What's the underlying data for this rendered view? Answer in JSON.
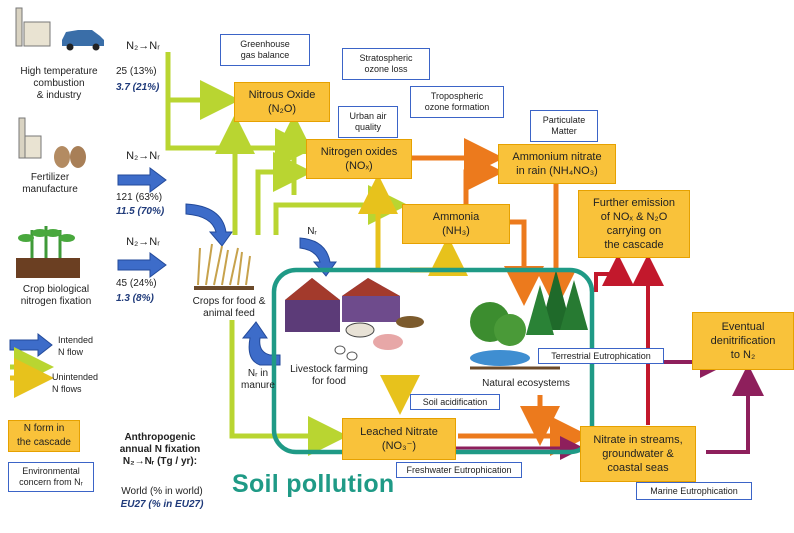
{
  "sources": {
    "combustion": "High temperature\ncombustion\n& industry",
    "fertilizer": "Fertilizer\nmanufacture",
    "bnf": "Crop biological\nnitrogen fixation"
  },
  "flows": {
    "formula": "N₂→Nᵣ",
    "combustion_world": "25 (13%)",
    "combustion_eu": "3.7  (21%)",
    "fertilizer_world": "121 (63%)",
    "fertilizer_eu": "11.5 (70%)",
    "bnf_world": "45 (24%)",
    "bnf_eu": "1.3 (8%)"
  },
  "nodes": {
    "nitrous_oxide": "Nitrous Oxide\n(N₂O)",
    "nitrogen_oxides": "Nitrogen oxides\n(NOₓ)",
    "ammonia": "Ammonia\n(NH₃)",
    "ammonium_nitrate": "Ammonium nitrate\nin rain (NH₄NO₃)",
    "further_emission": "Further emission\nof NOₓ & N₂O\ncarrying on\nthe cascade",
    "leached_nitrate": "Leached Nitrate\n(NO₃⁻)",
    "nitrate_streams": "Nitrate in streams,\ngroundwater &\ncoastal seas",
    "denitrification": "Eventual\ndenitrification\nto N₂"
  },
  "concerns": {
    "greenhouse": "Greenhouse\ngas balance",
    "stratospheric": "Stratospheric\nozone loss",
    "urban_air": "Urban air\nquality",
    "tropospheric": "Tropospheric\nozone formation",
    "particulate": "Particulate\nMatter",
    "terrestrial": "Terrestrial Eutrophication",
    "soil_acid": "Soil acidification",
    "freshwater": "Freshwater Eutrophication",
    "marine": "Marine Eutrophication"
  },
  "labels": {
    "crops": "Crops for food &\nanimal feed",
    "livestock": "Livestock farming\nfor food",
    "natural": "Natural ecosystems",
    "nr_small": "Nᵣ",
    "nr_manure": "Nᵣ in\nmanure"
  },
  "legend": {
    "intended": "Intended\nN flow",
    "unintended": "Unintended\nN flows",
    "n_form": "N form in\nthe cascade",
    "env_concern": "Environmental\nconcern from Nᵣ",
    "anthropogenic": "Anthropogenic\nannual N fixation\nN₂→Nᵣ (Tg / yr):",
    "world": "World (% in world)",
    "eu27": "EU27 (% in EU27)"
  },
  "overlay": {
    "soil_pollution": "Soil pollution"
  },
  "colors": {
    "n_form_box": "#f9c23a",
    "concern_border": "#3b64c7",
    "intended_arrow": "#3d6cc9",
    "unintended_green": "#b9d531",
    "unintended_yellow": "#e7c21c",
    "orange_arrow": "#ec7a1d",
    "red_arrow": "#c2182c",
    "purple_arrow": "#8e1f5c",
    "soil_highlight": "#1f9a86"
  }
}
